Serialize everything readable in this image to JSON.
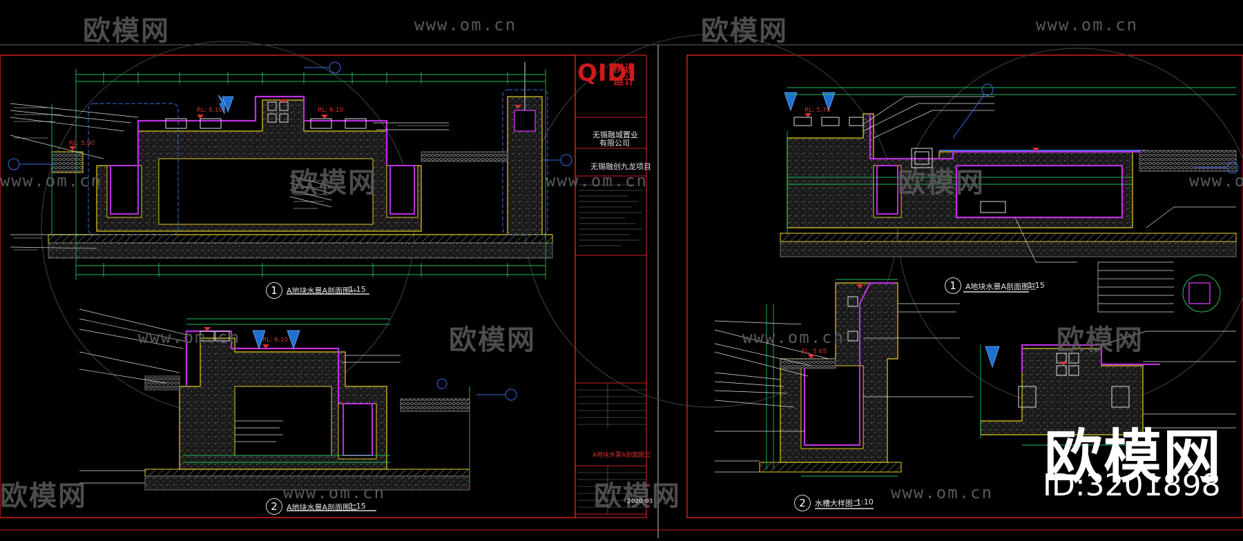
{
  "watermark": {
    "brand": "欧模网",
    "url": "www.om.cn"
  },
  "overlay": {
    "brand": "欧模网",
    "id_text": "ID:3201898"
  },
  "title_block": {
    "logo_left": "QIDI",
    "logo_right_top": "棋设",
    "logo_right_bottom": "迪计",
    "client_line1": "无锡融城置业",
    "client_line2": "有限公司",
    "project": "无锡融创九龙项目",
    "sheet_name": "A地块水景A剖面图三",
    "date": "2020.03"
  },
  "drawings": [
    {
      "number": "1",
      "title": "A地块水景A剖面图一",
      "scale": "1:15"
    },
    {
      "number": "2",
      "title": "A地块水景A剖面图二",
      "scale": "1:15"
    },
    {
      "number": "1",
      "title": "A地块水景A剖面图三",
      "scale": "1:15"
    },
    {
      "number": "2",
      "title": "水槽大样图二",
      "scale": "1:10"
    }
  ],
  "levels": [
    "RL: 6.10",
    "RL: 6.10",
    "RL: 5.90",
    "RL: 5.70",
    "RL: 6.10",
    "RL: 5.65"
  ]
}
